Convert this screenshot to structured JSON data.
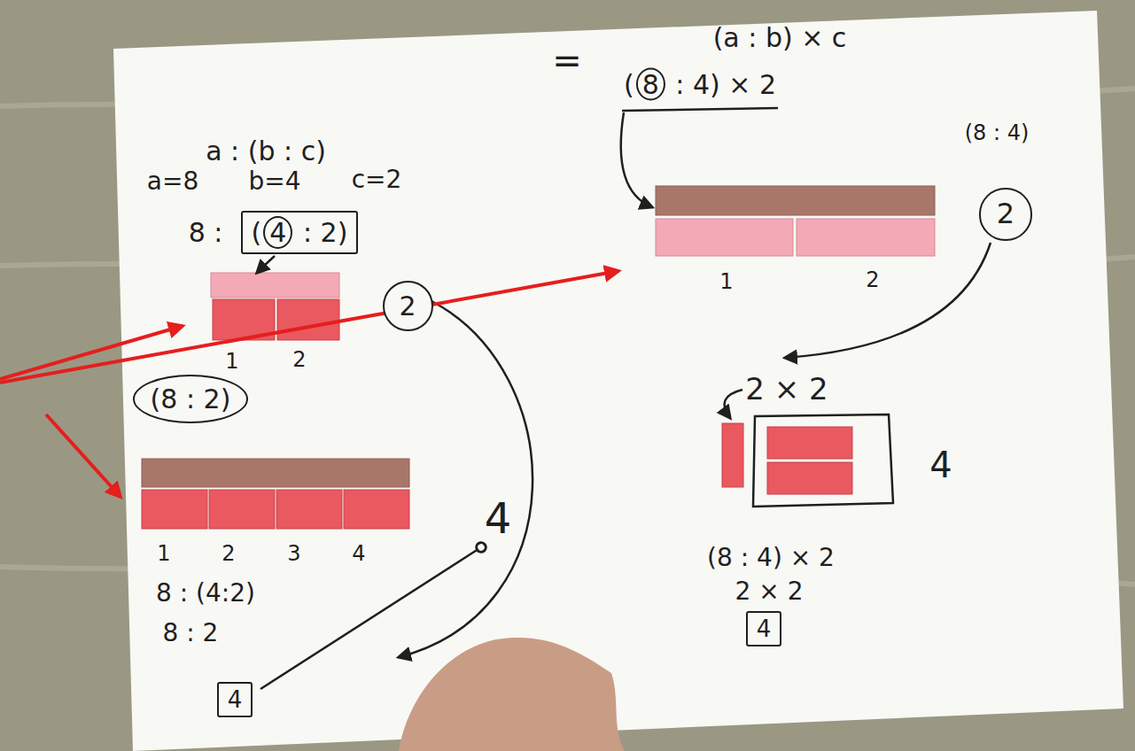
{
  "diagram": {
    "nodes": [
      {
        "text": [
          "(4 : 2)"
        ]
      },
      {
        "text": [
          "2"
        ]
      },
      {
        "text": [
          "(8 : 2)"
        ]
      },
      {
        "text": [
          "4"
        ]
      },
      {
        "text": [
          "2"
        ]
      },
      {
        "text": [
          "4"
        ]
      }
    ],
    "labels": [
      "a : (b : c)",
      "=",
      "a=8",
      "b=4",
      "c=2",
      "8 :",
      "1",
      "2",
      "1",
      "2",
      "3",
      "4",
      "4",
      "8 : (4:2)",
      "8 : 2",
      "(a : b) × c",
      "(8 : 4) × 2",
      "(8 : 4)",
      "1",
      "2",
      "2 × 2",
      "4",
      "(8 : 4) × 2",
      "2 × 2"
    ]
  }
}
